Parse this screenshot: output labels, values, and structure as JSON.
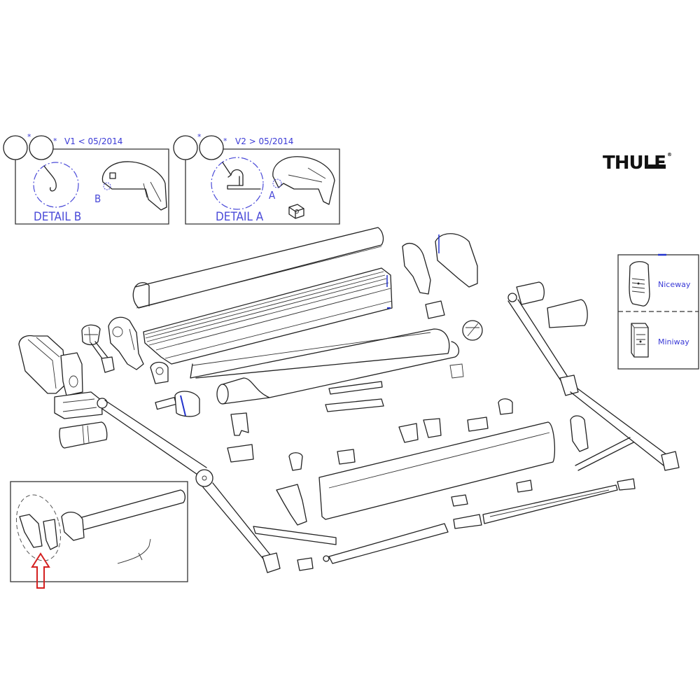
{
  "diagram": {
    "type": "exploded-parts-diagram",
    "subject": "Awning assembly"
  },
  "brand": {
    "logo_text": "THULE",
    "registered_mark": "®"
  },
  "variants": [
    {
      "id": "v1",
      "asterisk_1": "*",
      "asterisk_2": "*",
      "label": "V1 < 05/2014",
      "detail_label": "DETAIL B",
      "callout": "B"
    },
    {
      "id": "v2",
      "asterisk_1": "*",
      "asterisk_2": "*",
      "label": "V2 > 05/2014",
      "detail_label": "DETAIL A",
      "callout": "A"
    }
  ],
  "remotes": {
    "items": [
      {
        "label": "Niceway"
      },
      {
        "label": "Miniway"
      }
    ]
  },
  "motor_inset": {
    "highlight_arrow_color": "#d42020"
  },
  "colors": {
    "line": "#222222",
    "annotation_blue": "#3a3ad6",
    "arrow_red": "#d42020"
  }
}
